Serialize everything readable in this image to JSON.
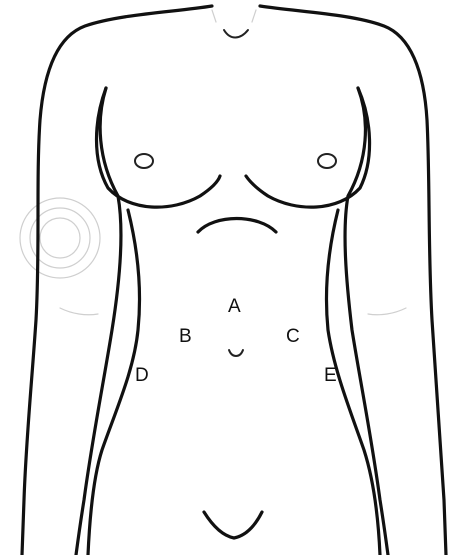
{
  "diagram": {
    "regions": [
      {
        "id": "A",
        "label": "A"
      },
      {
        "id": "B",
        "label": "B"
      },
      {
        "id": "C",
        "label": "C"
      },
      {
        "id": "D",
        "label": "D"
      },
      {
        "id": "E",
        "label": "E"
      }
    ],
    "colors": {
      "line": "#111111",
      "background": "#ffffff"
    }
  }
}
